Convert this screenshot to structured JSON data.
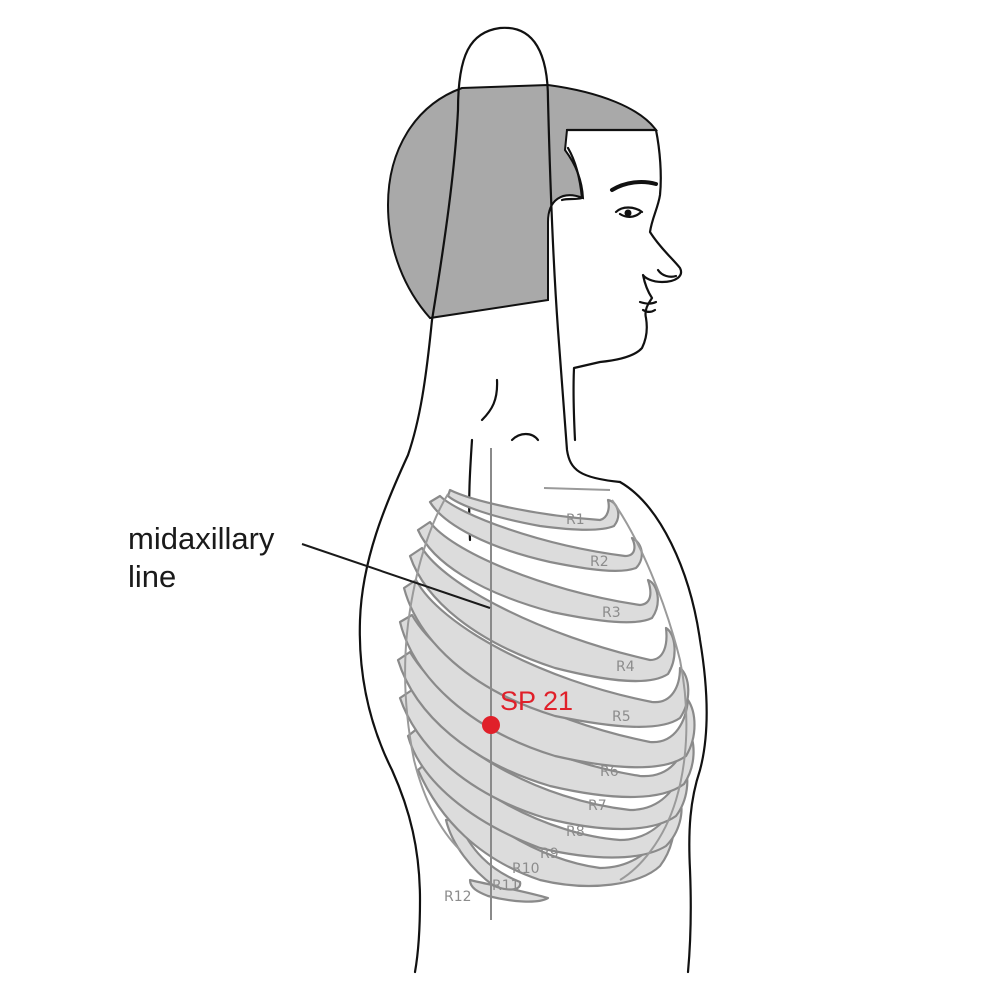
{
  "figure": {
    "annotation": {
      "line1": "midaxillary",
      "line2": "line"
    },
    "point": {
      "label": "SP 21",
      "color": "#e0202a"
    },
    "rib_labels": [
      "R1",
      "R2",
      "R3",
      "R4",
      "R5",
      "R6",
      "R7",
      "R8",
      "R9",
      "R10",
      "R11",
      "R12"
    ],
    "colors": {
      "hair": "#a9a9a9",
      "rib_fill": "#dcdcdc",
      "rib_stroke": "#8a8a8a",
      "outline": "#111111"
    }
  }
}
